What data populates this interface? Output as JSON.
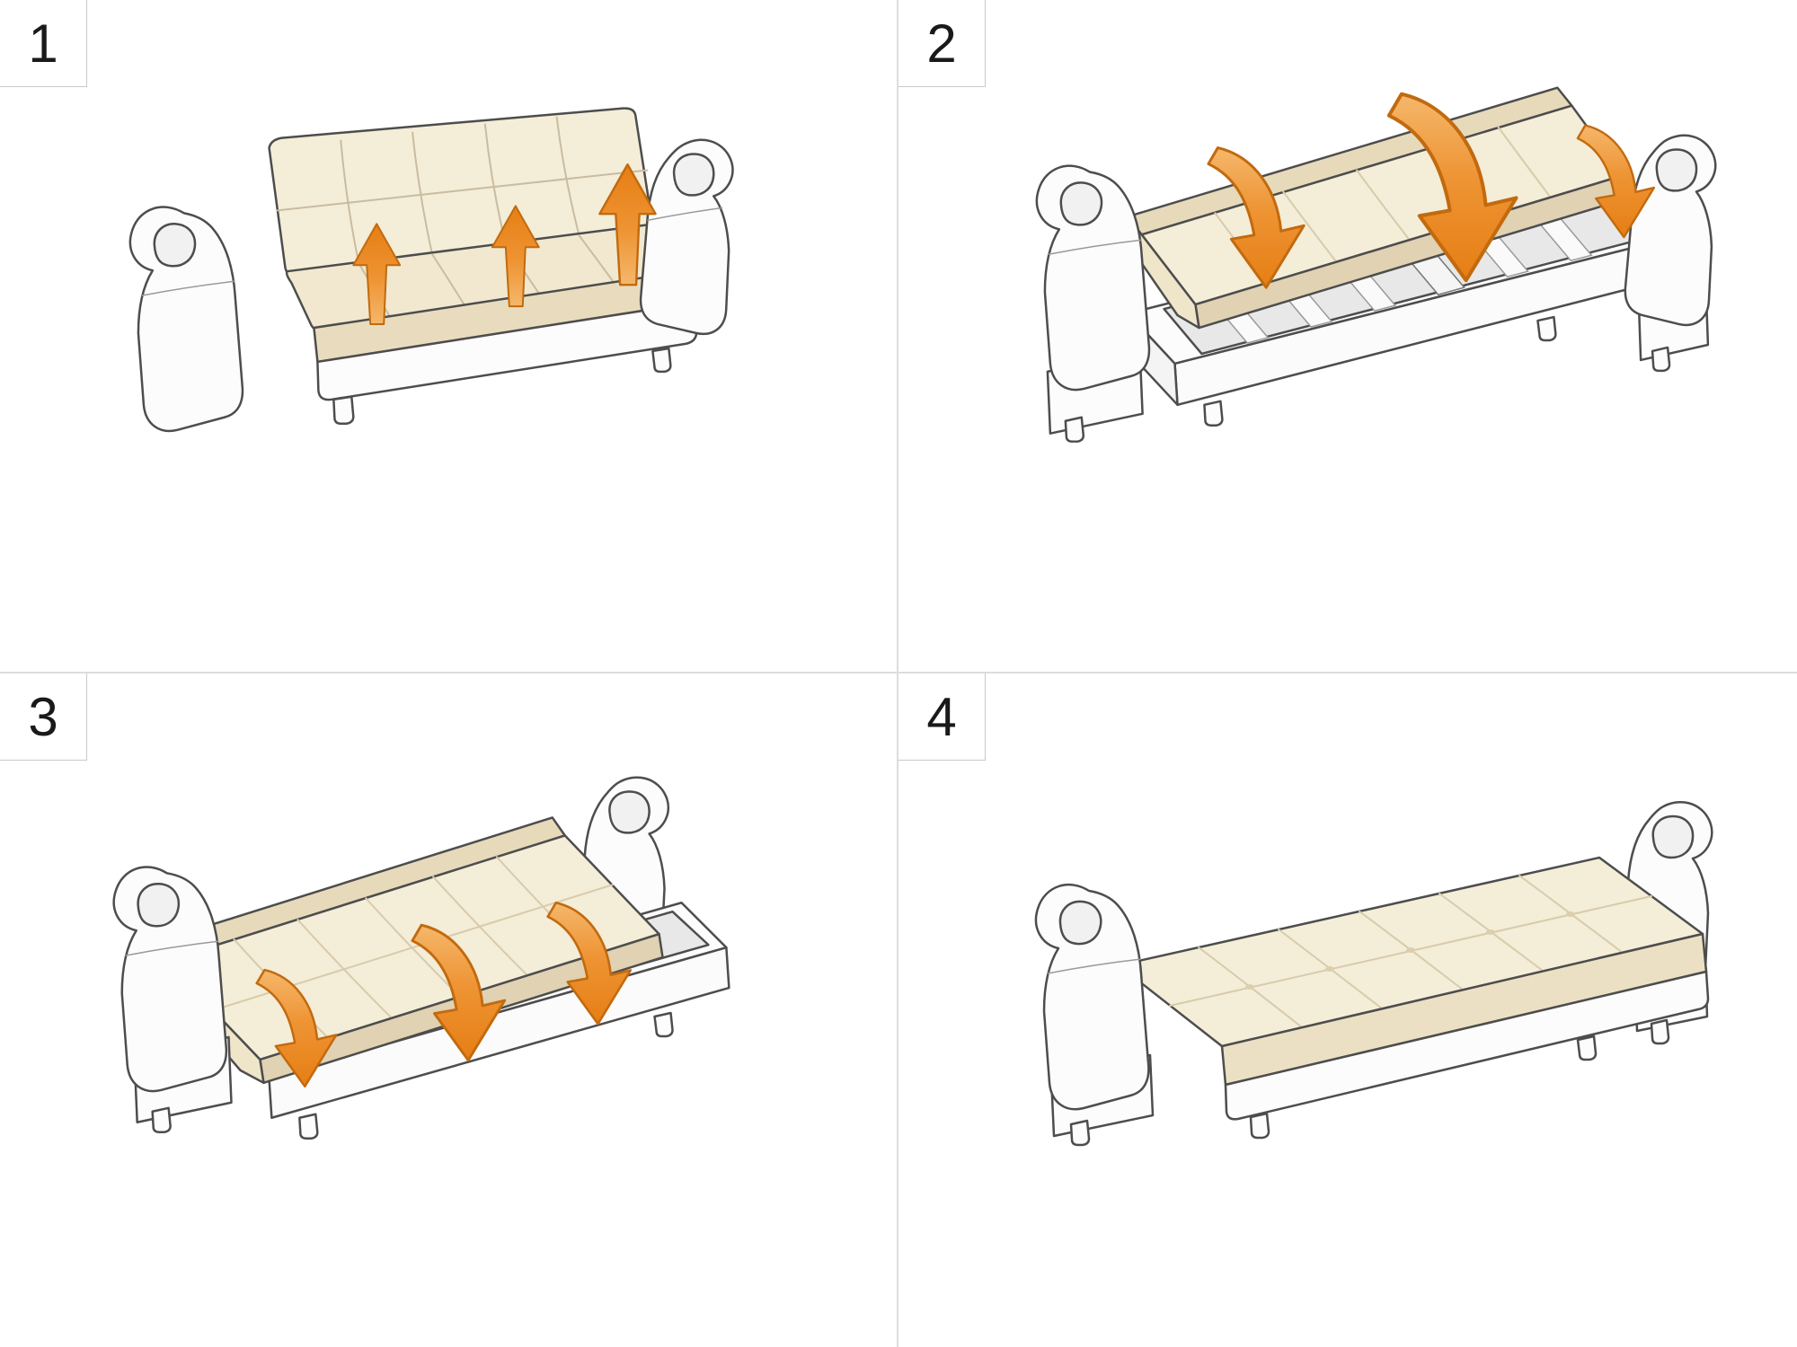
{
  "figure": {
    "type": "step-by-step instruction diagram",
    "subject": "sofa-bed unfolding into a bed",
    "step_count": 4
  },
  "colors": {
    "accent_orange": "#E8821C",
    "accent_orange_light": "#F5B76B",
    "accent_orange_dark": "#C26A0E",
    "cream_top": "#F4EDD8",
    "cream_shadow": "#E9DCBE",
    "outline": "#4D4D4D",
    "frame_white": "#FCFCFC",
    "divider": "#DCDCDC",
    "number_color": "#1A1A1A"
  },
  "panels": [
    {
      "number": "1",
      "arrows": {
        "icon": "up-arrow-icon",
        "direction": "up",
        "count": 3
      },
      "depicts": "sofa upright, lift seat upward"
    },
    {
      "number": "2",
      "arrows": {
        "icon": "curved-down-arrow-icon",
        "direction": "down",
        "count": 3
      },
      "depicts": "backrest tilted over open slatted frame, rotate down"
    },
    {
      "number": "3",
      "arrows": {
        "icon": "curved-down-arrow-icon",
        "direction": "down",
        "count": 3
      },
      "depicts": "cushion unit nearly flat, fold front edge down"
    },
    {
      "number": "4",
      "arrows": {
        "icon": "none",
        "direction": "none",
        "count": 0
      },
      "depicts": "flat bed between armrests"
    }
  ]
}
